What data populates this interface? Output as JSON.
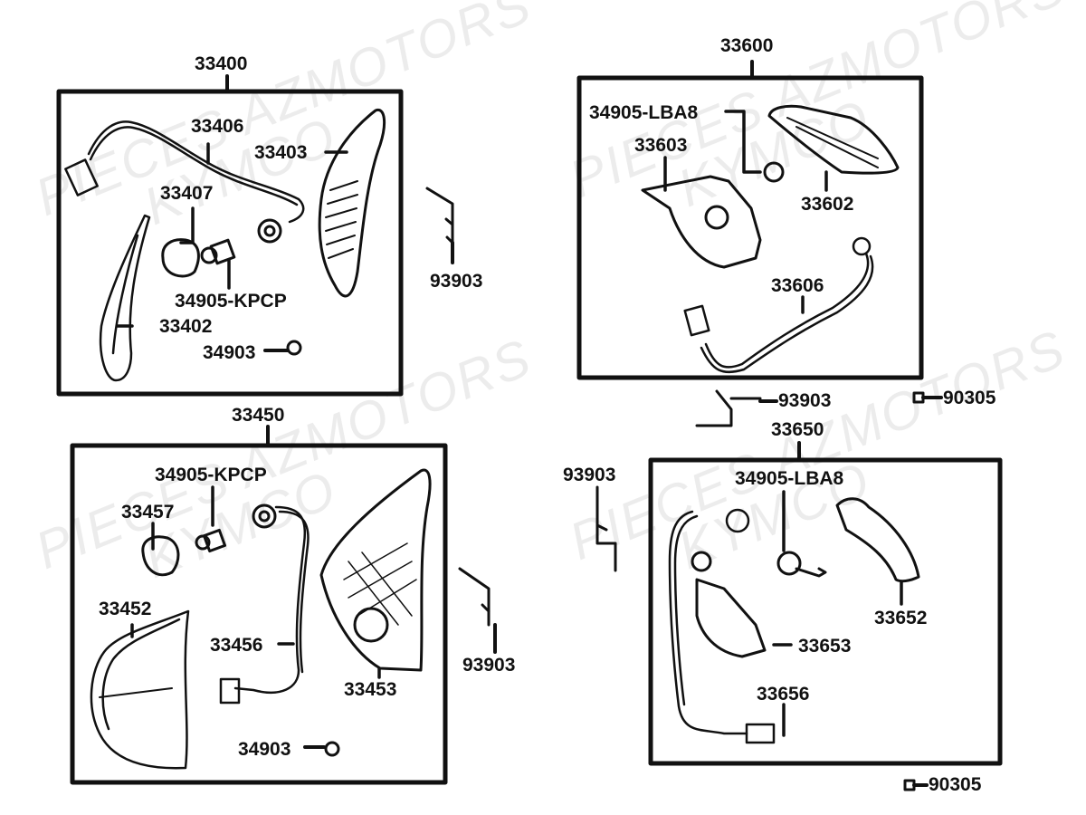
{
  "watermark": {
    "line1": "PIECES AZMOTORS",
    "line2": "KYMCO"
  },
  "assemblies": [
    {
      "id": "33400",
      "parts": [
        "33406",
        "33403",
        "33407",
        "34905-KPCP",
        "33402",
        "34903"
      ]
    },
    {
      "id": "33600",
      "parts": [
        "34905-LBA8",
        "33603",
        "33602",
        "33606"
      ]
    },
    {
      "id": "33450",
      "parts": [
        "34905-KPCP",
        "33457",
        "33452",
        "33456",
        "33453",
        "34903"
      ]
    },
    {
      "id": "33650",
      "parts": [
        "34905-LBA8",
        "33652",
        "33653",
        "33656"
      ]
    }
  ],
  "labels": {
    "a33400": "33400",
    "a33406": "33406",
    "a33403": "33403",
    "a33407": "33407",
    "a34905kpcp_1": "34905-KPCP",
    "a33402": "33402",
    "a34903_1": "34903",
    "a93903_1": "93903",
    "a33600": "33600",
    "a34905lba8_1": "34905-LBA8",
    "a33603": "33603",
    "a33602": "33602",
    "a33606": "33606",
    "a93903_2": "93903",
    "a90305_1": "90305",
    "a33450": "33450",
    "a34905kpcp_2": "34905-KPCP",
    "a33457": "33457",
    "a33452": "33452",
    "a33456": "33456",
    "a33453": "33453",
    "a34903_2": "34903",
    "a93903_3": "93903",
    "a33650": "33650",
    "a34905lba8_2": "34905-LBA8",
    "a33652": "33652",
    "a33653": "33653",
    "a33656": "33656",
    "a93903_4": "93903",
    "a90305_2": "90305"
  }
}
